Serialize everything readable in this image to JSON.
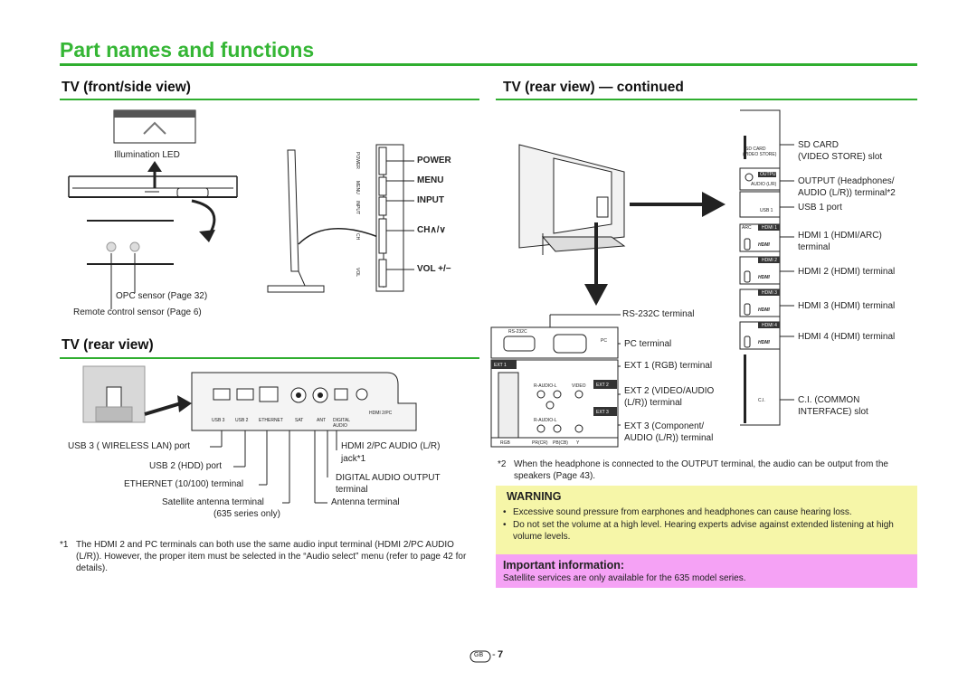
{
  "page_title": "Part names and functions",
  "front": {
    "heading": "TV (front/side view)",
    "illumination_led": "Illumination LED",
    "opc_sensor": "OPC sensor (Page 32)",
    "remote_sensor": "Remote control sensor (Page 6)",
    "side_printed": [
      "POWER",
      "MENU",
      "INPUT",
      "CH",
      "VOL"
    ],
    "buttons": {
      "power": "POWER",
      "menu": "MENU",
      "input": "INPUT",
      "ch": "CH∧/∨",
      "vol": "VOL +/−"
    }
  },
  "rear": {
    "heading": "TV (rear view)",
    "usb3": "USB 3 ( WIRELESS LAN) port",
    "usb2": "USB 2 (HDD) port",
    "ethernet": "ETHERNET (10/100) terminal",
    "sat": "Satellite antenna terminal",
    "sat_note": "(635 series only)",
    "hdmi2_audio_a": "HDMI 2/PC AUDIO (L/R)",
    "hdmi2_audio_b": "jack*1",
    "digital_a": "DIGITAL AUDIO OUTPUT",
    "digital_b": "terminal",
    "antenna": "Antenna terminal",
    "panel_small": [
      "USB 3",
      "USB 2",
      "ETHERNET",
      "SAT",
      "ANT",
      "DIGITAL",
      "AUDIO",
      "HDMI 2/PC"
    ],
    "footnote_mark": "*1",
    "footnote_text": "The HDMI 2 and PC terminals can both use the same audio input terminal (HDMI 2/PC AUDIO (L/R)). However, the proper item must be selected in the “Audio select” menu (refer to page 42 for details)."
  },
  "rear_cont": {
    "heading": "TV (rear view) — continued",
    "rs232c": "RS-232C terminal",
    "pc": "PC terminal",
    "ext1": "EXT 1 (RGB) terminal",
    "ext2_a": "EXT 2 (VIDEO/AUDIO",
    "ext2_b": "(L/R)) terminal",
    "ext3_a": "EXT 3 (Component/",
    "ext3_b": "AUDIO (L/R)) terminal",
    "sd_a": "SD CARD",
    "sd_b": "(VIDEO STORE) slot",
    "output_a": "OUTPUT (Headphones/",
    "output_b": "AUDIO (L/R)) terminal*2",
    "usb1": "USB 1 port",
    "hdmi1_a": "HDMI 1 (HDMI/ARC)",
    "hdmi1_b": "terminal",
    "hdmi2": "HDMI 2 (HDMI) terminal",
    "hdmi3": "HDMI 3 (HDMI) terminal",
    "hdmi4": "HDMI 4 (HDMI) terminal",
    "ci_a": "C.I. (COMMON",
    "ci_b": "INTERFACE) slot",
    "panel_small": [
      "SD CARD",
      "(VIDEO STORE)",
      "OUTPUT",
      "AUDIO (L/R)",
      "USB 1",
      "ARC",
      "HDMI 1",
      "HDMI 2",
      "HDMI 3",
      "HDMI 4",
      "C.I.",
      "RS-232C",
      "PC",
      "EXT 1",
      "EXT 2",
      "EXT 3",
      "R-AUDIO-L",
      "VIDEO",
      "RGB",
      "PR(CR)",
      "PB(CB)",
      "Y",
      "HDMI"
    ],
    "footnote_mark": "*2",
    "footnote_text": "When the headphone is connected to the OUTPUT terminal, the audio can be output from the speakers (Page 43)."
  },
  "warning": {
    "title": "WARNING",
    "items": [
      "Excessive sound pressure from earphones and headphones can cause hearing loss.",
      "Do not set the volume at a high level. Hearing experts advise against extended listening at high volume levels."
    ]
  },
  "important": {
    "title": "Important information:",
    "text": "Satellite services are only available for the 635 model series."
  },
  "page_number": {
    "badge": "GB",
    "dash": "-",
    "number": "7"
  },
  "colors": {
    "accent_green": "#2fae2f",
    "warning_bg": "#f6f6a8",
    "important_bg": "#f5a2f5"
  }
}
